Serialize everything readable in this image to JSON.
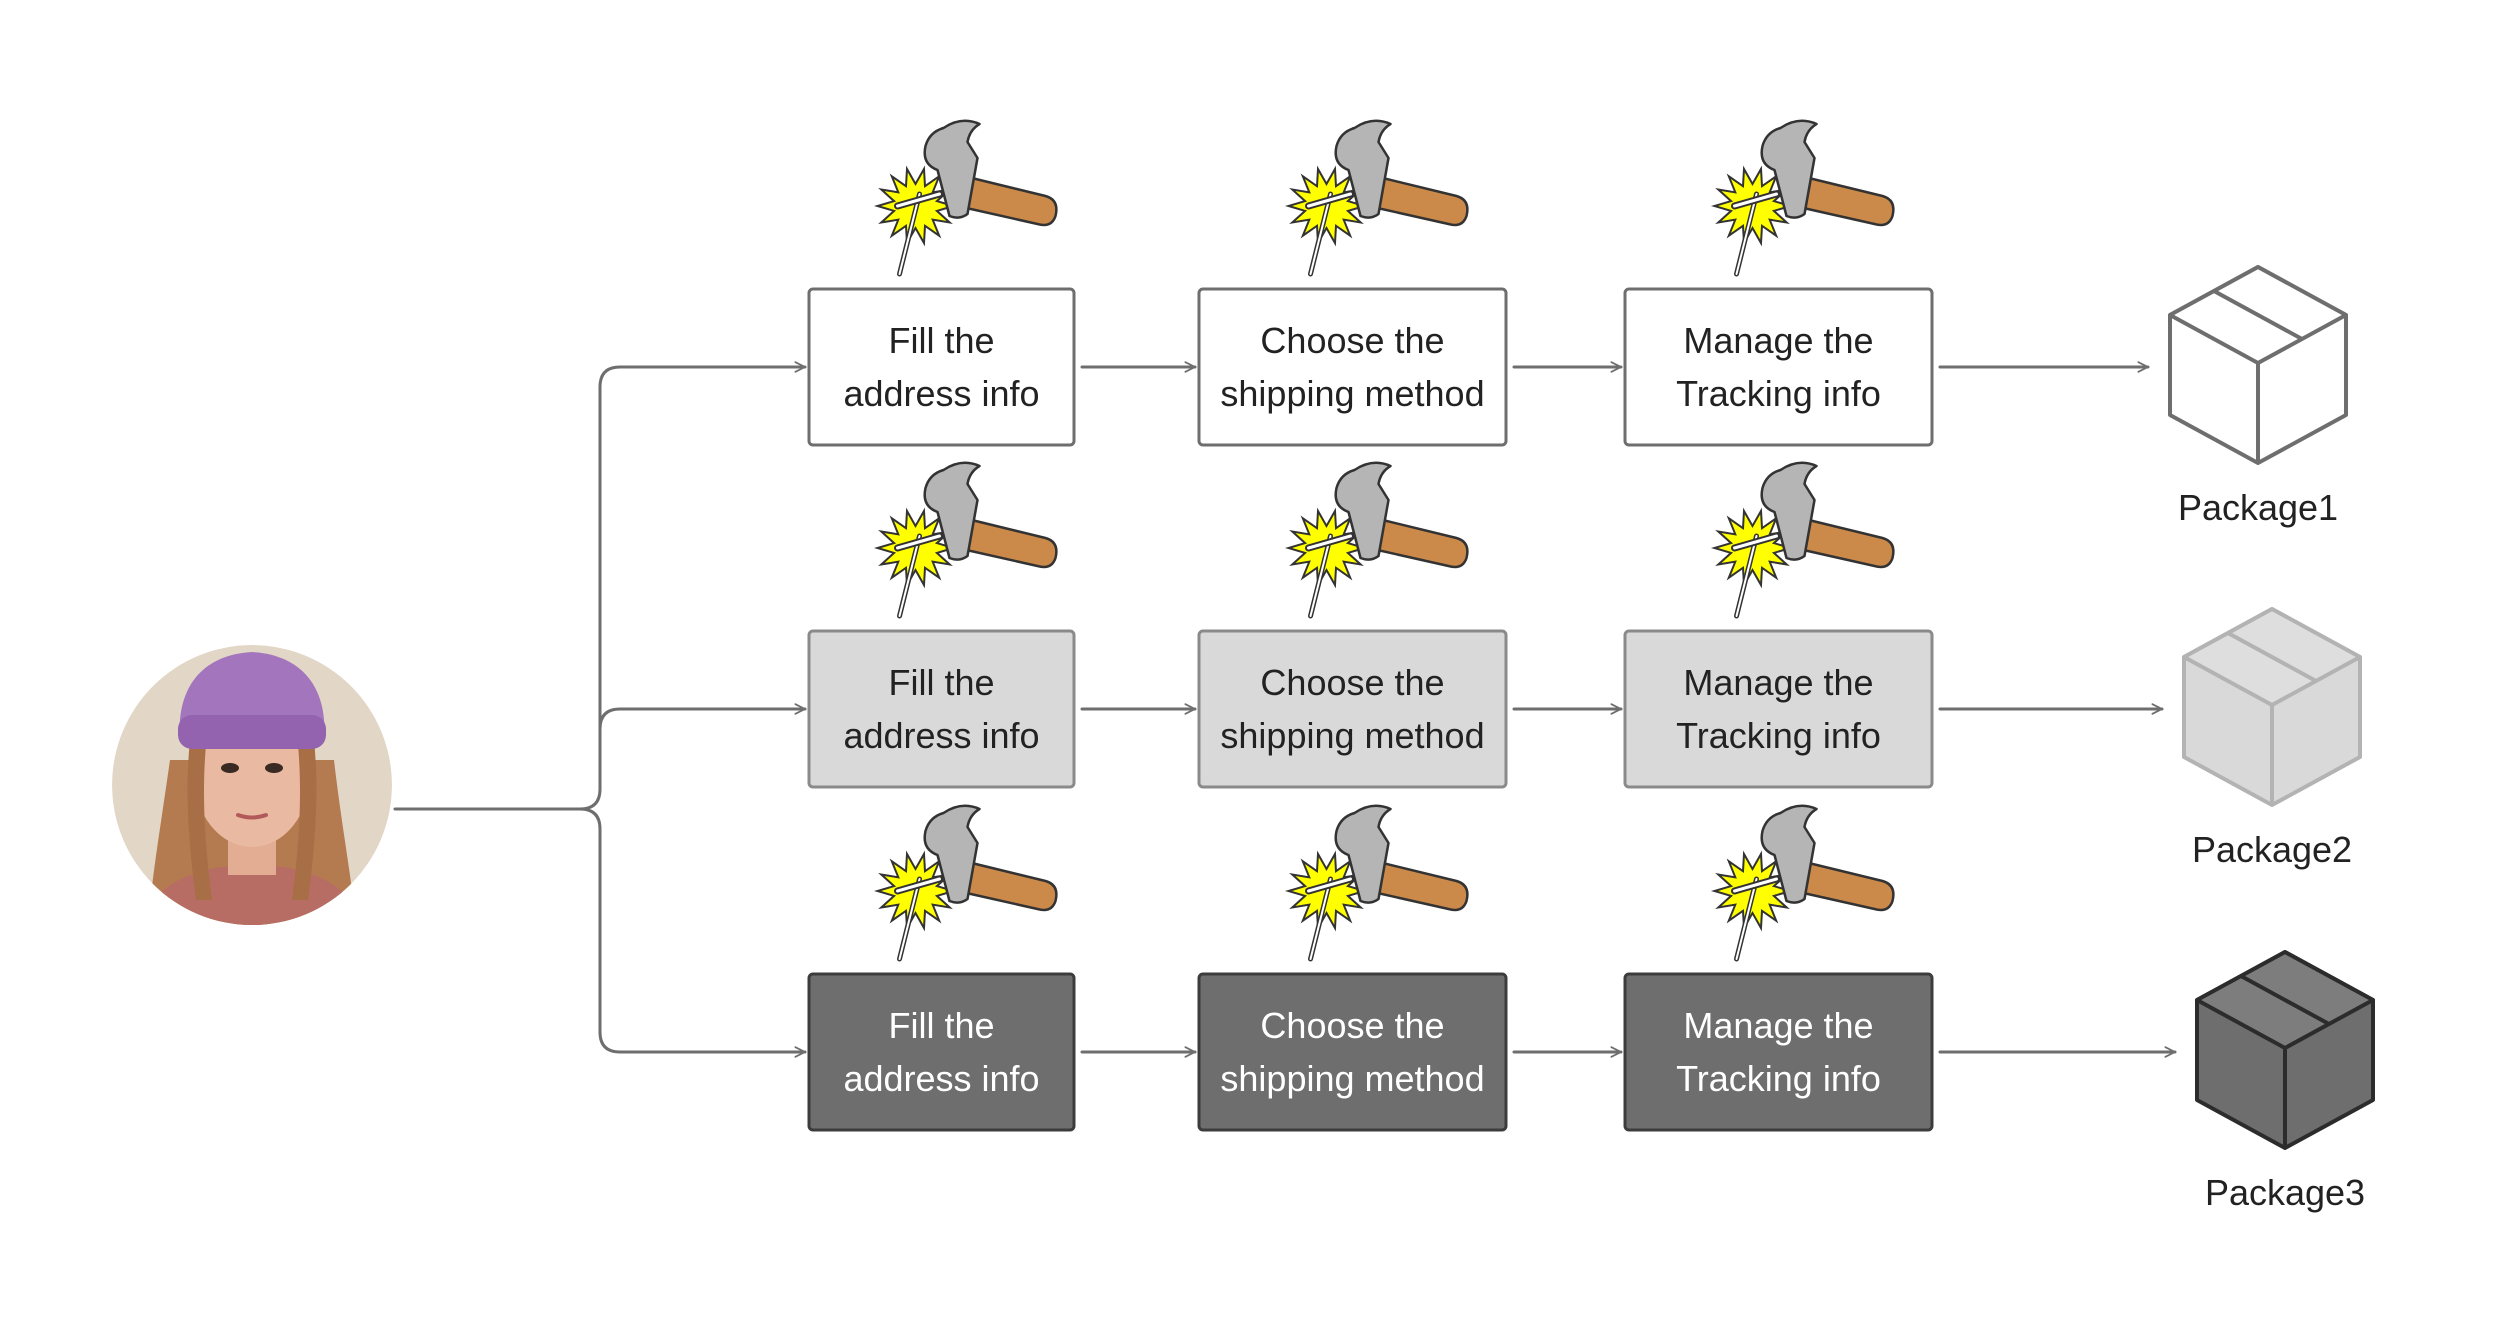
{
  "rows": [
    {
      "theme": "white",
      "steps": [
        {
          "line1": "Fill the",
          "line2": "address info"
        },
        {
          "line1": "Choose the",
          "line2": "shipping method"
        },
        {
          "line1": "Manage the",
          "line2": "Tracking info"
        }
      ],
      "package_label": "Package1"
    },
    {
      "theme": "light",
      "steps": [
        {
          "line1": "Fill the",
          "line2": "address info"
        },
        {
          "line1": "Choose the",
          "line2": "shipping method"
        },
        {
          "line1": "Manage the",
          "line2": "Tracking info"
        }
      ],
      "package_label": "Package2"
    },
    {
      "theme": "dark",
      "steps": [
        {
          "line1": "Fill the",
          "line2": "address info"
        },
        {
          "line1": "Choose the",
          "line2": "shipping method"
        },
        {
          "line1": "Manage the",
          "line2": "Tracking info"
        }
      ],
      "package_label": "Package3"
    }
  ],
  "icons": {
    "step": "hammer-and-nail-icon",
    "output": "package-box-icon",
    "source": "user-avatar"
  },
  "colors": {
    "line": "#6e6e6e",
    "white_fill": "#ffffff",
    "white_text": "#222222",
    "light_fill": "#d9d9d9",
    "light_text": "#222222",
    "dark_fill": "#6e6e6e",
    "dark_text": "#ffffff",
    "hammer_head": "#b5b5b5",
    "hammer_handle": "#cc8a4a",
    "spark": "#ffff00",
    "avatar_bg": "#e2d6c6",
    "hat": "#a275bd",
    "hair": "#b47a50",
    "skin": "#e9b9a2",
    "sweater": "#b76d63"
  }
}
